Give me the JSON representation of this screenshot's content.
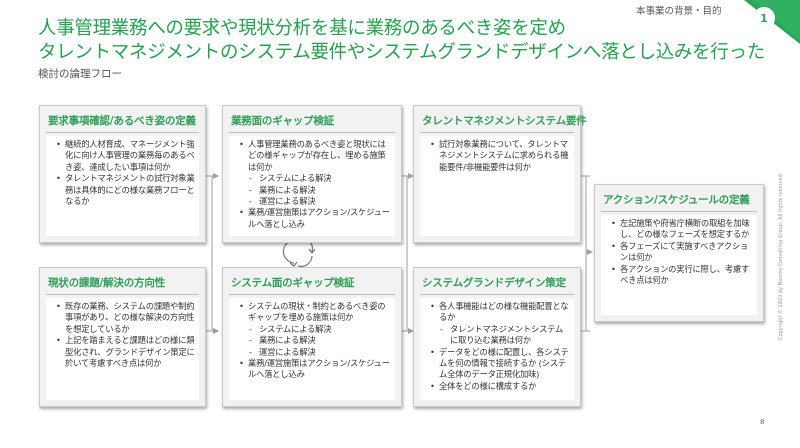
{
  "header": {
    "section_label": "本事業の背景・目的",
    "page_badge": "1",
    "title_line1": "人事管理業務への要求や現状分析を基に業務のあるべき姿を定め",
    "title_line2": "タレントマネジメントのシステム要件やシステムグランドデザインへ落とし込みを行った",
    "subtitle": "検討の論理フロー"
  },
  "boxes": {
    "requirements": {
      "title": "要求事項確認/あるべき姿の定義",
      "items": [
        "継続的人材育成、マネージメント強化に向け人事管理の業務毎のあるべき姿、達成したい事項は何か",
        "タレントマネジメントの試行対象業務は具体的にどの様な業務フローとなるか"
      ]
    },
    "current": {
      "title": "現状の課題/解決の方向性",
      "items": [
        "既存の業務、システムの課題や制約事項があり、どの様な解決の方向性を想定しているか",
        "上記を踏まえると課題はどの様に類型化され、グランドデザイン策定に於いて考慮すべき点は何か"
      ]
    },
    "business_gap": {
      "title": "業務面のギャップ検証",
      "item1": "人事管理業務のあるべき姿と現状にはどの様ギャップが存在し、埋める施策は何か",
      "sub1": "システムによる解決",
      "sub2": "業務による解決",
      "sub3": "運営による解決",
      "item2": "業務/運営施策はアクション/スケジュールへ落とし込み"
    },
    "system_gap": {
      "title": "システム面のギャップ検証",
      "item1": "システムの現状・制約とあるべき姿のギャップを埋める施策は何か",
      "sub1": "システムによる解決",
      "sub2": "業務による解決",
      "sub3": "運営による解決",
      "item2": "業務/運営施策はアクション/スケジュールへ落とし込み"
    },
    "tm_requirements": {
      "title": "タレントマネジメントシステム要件",
      "items": [
        "試行対象業務について、タレントマネジメントシステムに求められる機能要件/非機能要件は何か"
      ]
    },
    "grand_design": {
      "title": "システムグランドデザイン策定",
      "item1": "各人事機能はどの様な機能配置となるか",
      "sub1": "タレントマネジメントシステムに取り込む業務は何か",
      "item2": "データをどの様に配置し、各システムを何の情報で接続するか (システム全体のデータ正規化加味)",
      "item3": "全体をどの様に構成するか"
    },
    "action": {
      "title": "アクション/スケジュールの定義",
      "items": [
        "左記施策や府省庁横断の取組を加味し、どの様なフェーズを想定するか",
        "各フェーズにて実施すべきアクションは何か",
        "各アクションの実行に際し、考慮すべき点は何か"
      ]
    }
  },
  "footer": {
    "copyright": "Copyright © 2023 by Boston Consulting Group. All rights reserved.",
    "page_number": "8"
  },
  "colors": {
    "accent": "#24a34f",
    "box_bg": "#f2f2f2",
    "connector": "#9e9e9e"
  }
}
